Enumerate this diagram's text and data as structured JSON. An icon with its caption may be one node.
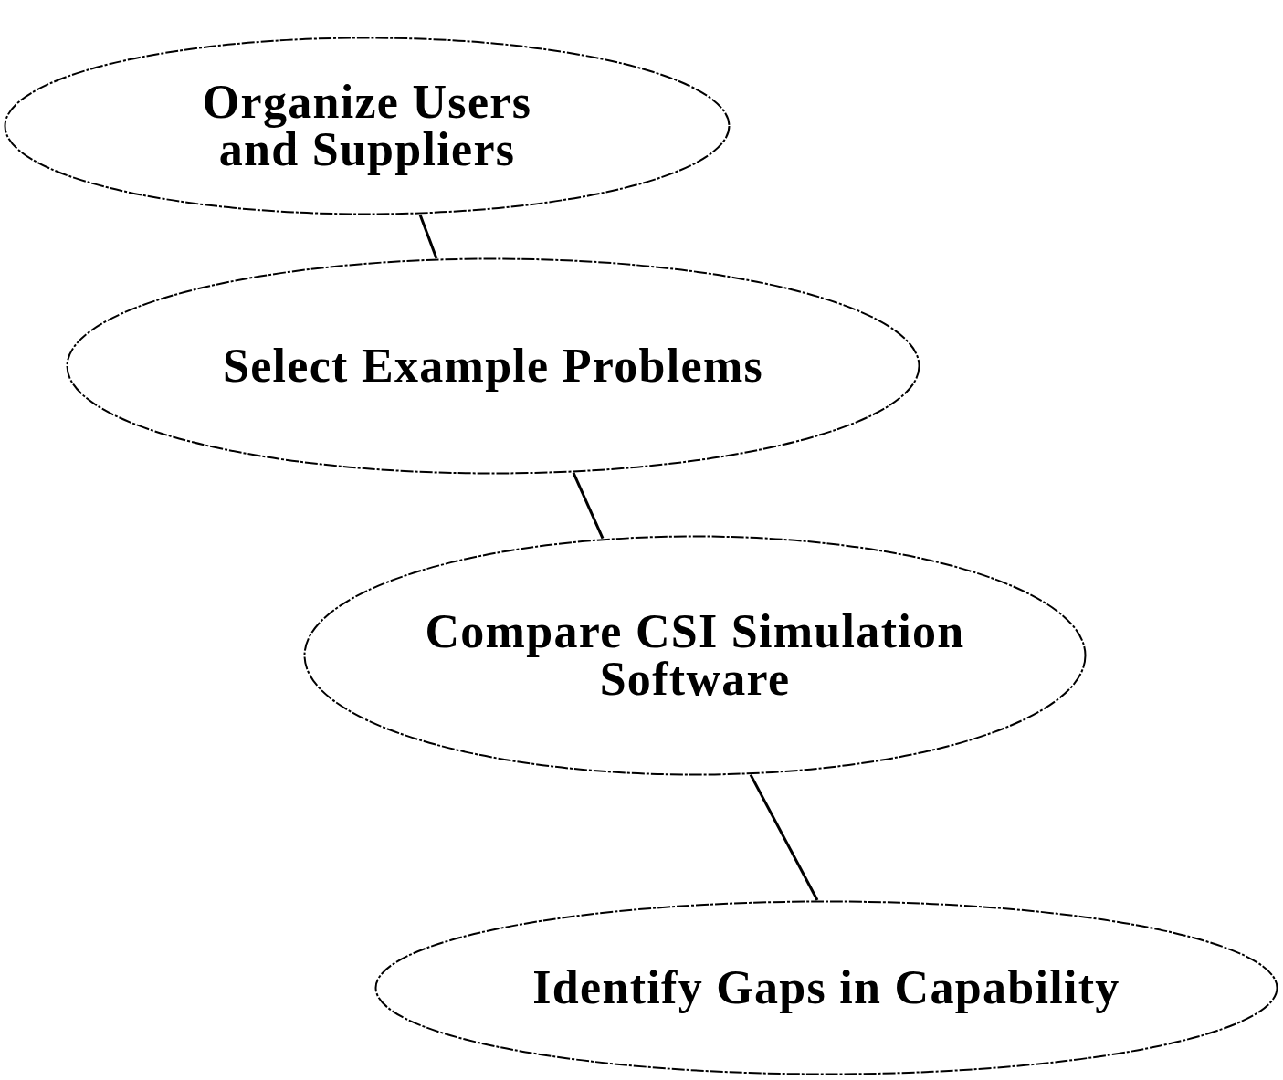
{
  "diagram": {
    "nodes": [
      {
        "text": [
          "Organize Users and Suppliers"
        ]
      },
      {
        "text": [
          "Select Example Problems"
        ]
      },
      {
        "text": [
          "Compare CSI Simulation Software"
        ]
      },
      {
        "text": [
          "Identify Gaps in Capability"
        ]
      }
    ],
    "edges": [
      {
        "from": 0,
        "to": 1,
        "arrow": "none"
      },
      {
        "from": 1,
        "to": 2,
        "arrow": "none"
      },
      {
        "from": 2,
        "to": 3,
        "arrow": "none"
      }
    ]
  }
}
